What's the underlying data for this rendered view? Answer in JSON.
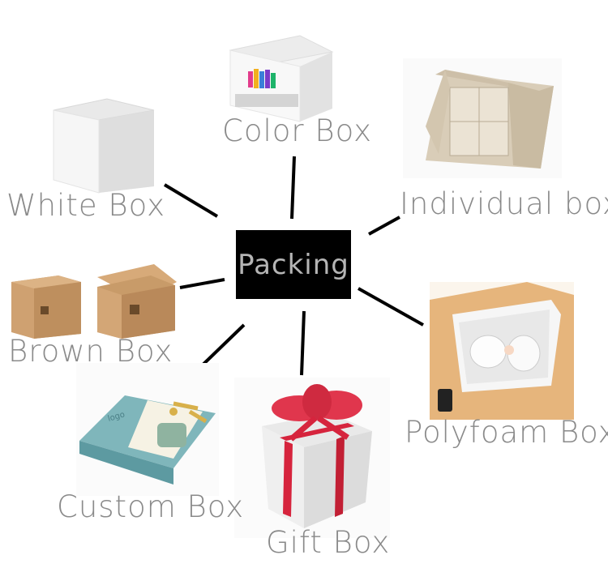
{
  "center": {
    "label": "Packing"
  },
  "nodes": [
    {
      "id": "color-box",
      "label": "Color Box"
    },
    {
      "id": "individual-box",
      "label": "Individual box"
    },
    {
      "id": "polyfoam-box",
      "label": "Polyfoam Box"
    },
    {
      "id": "gift-box",
      "label": "Gift Box"
    },
    {
      "id": "custom-box",
      "label": "Custom Box"
    },
    {
      "id": "brown-box",
      "label": "Brown Box"
    },
    {
      "id": "white-box",
      "label": "White Box"
    }
  ],
  "custom_box_logo": "logo",
  "colors": {
    "center_fill": "#000000",
    "center_text": "#b5b5b5",
    "label_text": "#8a8a8a",
    "connector": "#000000"
  }
}
